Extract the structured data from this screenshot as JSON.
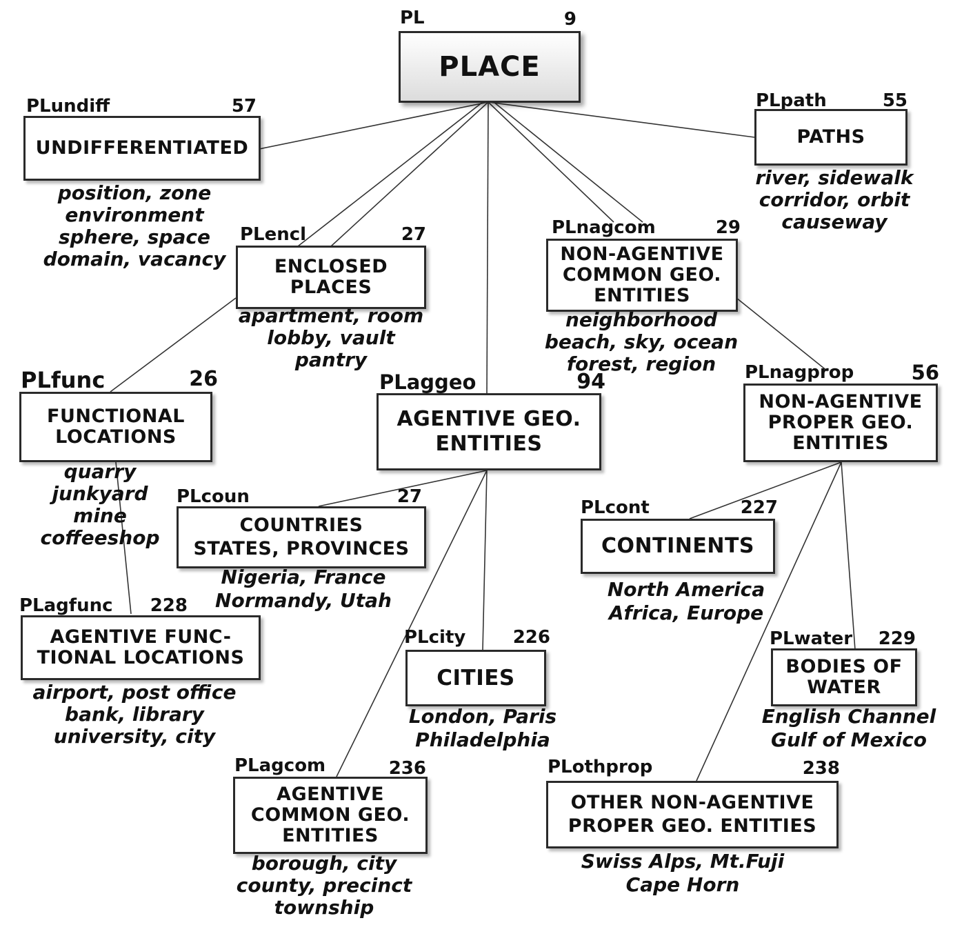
{
  "nodes": {
    "PL": {
      "code": "PL",
      "count": "9",
      "label": "PLACE",
      "examples": ""
    },
    "PLundiff": {
      "code": "PLundiff",
      "count": "57",
      "label": "UNDIFFERENTIATED",
      "examples": "position, zone\nenvironment\nsphere, space\ndomain, vacancy"
    },
    "PLpath": {
      "code": "PLpath",
      "count": "55",
      "label": "PATHS",
      "examples": "river, sidewalk\ncorridor, orbit\ncauseway"
    },
    "PLencl": {
      "code": "PLencl",
      "count": "27",
      "label": "ENCLOSED\nPLACES",
      "examples": "apartment, room\nlobby, vault\npantry"
    },
    "PLnagcom": {
      "code": "PLnagcom",
      "count": "29",
      "label": "NON-AGENTIVE\nCOMMON GEO.\nENTITIES",
      "examples": "neighborhood\nbeach, sky, ocean\nforest, region"
    },
    "PLfunc": {
      "code": "PLfunc",
      "count": "26",
      "label": "FUNCTIONAL\nLOCATIONS",
      "examples": "quarry\njunkyard\nmine\ncoffeeshop"
    },
    "PLaggeo": {
      "code": "PLaggeo",
      "count": "94",
      "label": "AGENTIVE GEO.\nENTITIES",
      "examples": ""
    },
    "PLnagprop": {
      "code": "PLnagprop",
      "count": "56",
      "label": "NON-AGENTIVE\nPROPER GEO.\nENTITIES",
      "examples": ""
    },
    "PLcoun": {
      "code": "PLcoun",
      "count": "27",
      "label": "COUNTRIES\nSTATES, PROVINCES",
      "examples": "Nigeria, France\nNormandy, Utah"
    },
    "PLcont": {
      "code": "PLcont",
      "count": "227",
      "label": "CONTINENTS",
      "examples": "North America\nAfrica, Europe"
    },
    "PLagfunc": {
      "code": "PLagfunc",
      "count": "228",
      "label": "AGENTIVE FUNC-\nTIONAL LOCATIONS",
      "examples": "airport, post office\nbank, library\nuniversity, city"
    },
    "PLcity": {
      "code": "PLcity",
      "count": "226",
      "label": "CITIES",
      "examples": "London, Paris\nPhiladelphia"
    },
    "PLwater": {
      "code": "PLwater",
      "count": "229",
      "label": "BODIES OF\nWATER",
      "examples": "English Channel\nGulf of Mexico"
    },
    "PLagcom": {
      "code": "PLagcom",
      "count": "236",
      "label": "AGENTIVE\nCOMMON GEO.\nENTITIES",
      "examples": "borough, city\ncounty, precinct\ntownship"
    },
    "PLothprop": {
      "code": "PLothprop",
      "count": "238",
      "label": "OTHER NON-AGENTIVE\nPROPER GEO. ENTITIES",
      "examples": "Swiss Alps, Mt.Fuji\nCape Horn"
    }
  },
  "edges": [
    [
      "PL",
      "PLundiff"
    ],
    [
      "PL",
      "PLpath"
    ],
    [
      "PL",
      "PLencl"
    ],
    [
      "PL",
      "PLencl"
    ],
    [
      "PL",
      "PLnagcom"
    ],
    [
      "PL",
      "PLnagcom"
    ],
    [
      "PL",
      "PLaggeo"
    ],
    [
      "PLencl",
      "PLfunc"
    ],
    [
      "PLnagcom",
      "PLnagprop"
    ],
    [
      "PLfunc",
      "PLagfunc"
    ],
    [
      "PLaggeo",
      "PLcoun"
    ],
    [
      "PLaggeo",
      "PLcity"
    ],
    [
      "PLaggeo",
      "PLagcom"
    ],
    [
      "PLnagprop",
      "PLcont"
    ],
    [
      "PLnagprop",
      "PLwater"
    ],
    [
      "PLnagprop",
      "PLothprop"
    ]
  ]
}
